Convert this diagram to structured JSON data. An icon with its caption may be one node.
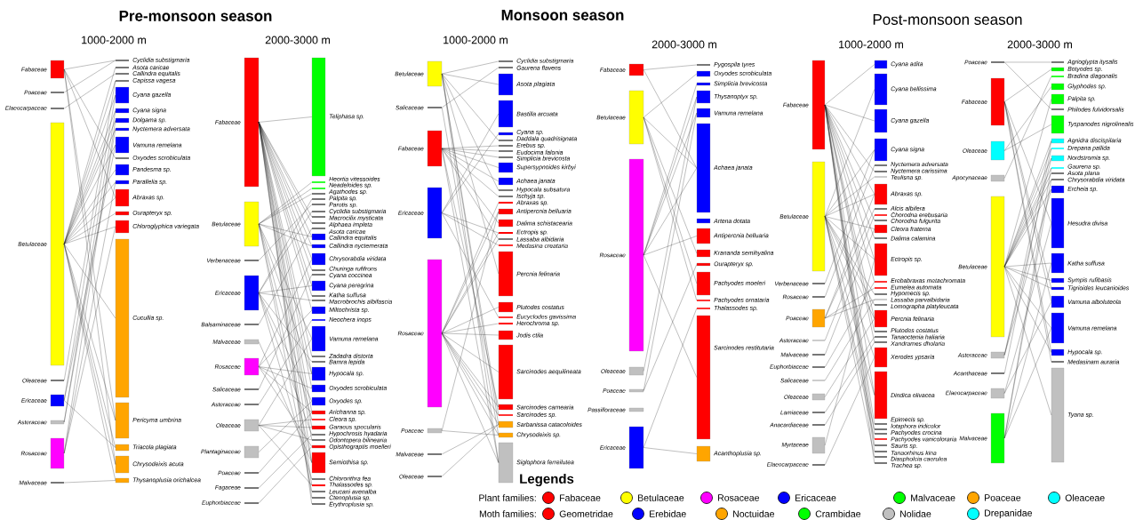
{
  "diagram": {
    "nodes": [
      {
        "text": [
          "Fabaceae"
        ]
      },
      {
        "text": [
          "Poaceae"
        ]
      },
      {
        "text": [
          "Elaeocarpaceae"
        ]
      },
      {
        "text": [
          "Betulaceae"
        ]
      },
      {
        "text": [
          "Oleaceae"
        ]
      },
      {
        "text": [
          "Ericaceae"
        ]
      },
      {
        "text": [
          "Asteraceae"
        ]
      },
      {
        "text": [
          "Rosaceae"
        ]
      },
      {
        "text": [
          "Malvaceae"
        ]
      },
      {
        "text": [
          "Cyclidia substigmaria"
        ]
      },
      {
        "text": [
          "Asota caricae"
        ]
      },
      {
        "text": [
          "Callindra equitalis"
        ]
      },
      {
        "text": [
          "Capissa vagesa"
        ]
      },
      {
        "text": [
          "Cyana gazella"
        ]
      },
      {
        "text": [
          "Cyana signa"
        ]
      },
      {
        "text": [
          "Dolgama sp."
        ]
      },
      {
        "text": [
          "Nyctemera adversata"
        ]
      },
      {
        "text": [
          "Vamuna remelana"
        ]
      },
      {
        "text": [
          "Oxyodes scrobiculata"
        ]
      },
      {
        "text": [
          "Pandesma sp."
        ]
      },
      {
        "text": [
          "Parallelia sp."
        ]
      },
      {
        "text": [
          "Abraxas sp."
        ]
      },
      {
        "text": [
          "Ourapteryx sp."
        ]
      },
      {
        "text": [
          "Chloroglyphica variegata"
        ]
      },
      {
        "text": [
          "Cucullia sp."
        ]
      },
      {
        "text": [
          "Pericyma umbrina"
        ]
      },
      {
        "text": [
          "Triacola plagiata"
        ]
      },
      {
        "text": [
          "Chrysodeixis acuta"
        ]
      },
      {
        "text": [
          "Thysanoplusia orichalcea"
        ]
      },
      {
        "text": [
          "Fabaceae"
        ]
      },
      {
        "text": [
          "Betulaceae"
        ]
      },
      {
        "text": [
          "Verbenaceae"
        ]
      },
      {
        "text": [
          "Ericaceae"
        ]
      },
      {
        "text": [
          "Balsaminaceae"
        ]
      },
      {
        "text": [
          "Malvaceae"
        ]
      },
      {
        "text": [
          "Rosaceae"
        ]
      },
      {
        "text": [
          "Salicaceae"
        ]
      },
      {
        "text": [
          "Asteraceae"
        ]
      },
      {
        "text": [
          "Oleaceae"
        ]
      },
      {
        "text": [
          "Plantaginaceae"
        ]
      },
      {
        "text": [
          "Poaceae"
        ]
      },
      {
        "text": [
          "Fagaceae"
        ]
      },
      {
        "text": [
          "Euphorbiaceae"
        ]
      },
      {
        "text": [
          "Teliphasa sp."
        ]
      },
      {
        "text": [
          "Heortia vitessoides"
        ]
      },
      {
        "text": [
          "Neadeloides sp."
        ]
      },
      {
        "text": [
          "Agathodes sp."
        ]
      },
      {
        "text": [
          "Palpita sp."
        ]
      },
      {
        "text": [
          "Parotis sp."
        ]
      },
      {
        "text": [
          "Cyclidia substigmaria"
        ]
      },
      {
        "text": [
          "Macrocilix mysticata"
        ]
      },
      {
        "text": [
          "Alphaea impleta"
        ]
      },
      {
        "text": [
          "Asota caricae"
        ]
      },
      {
        "text": [
          "Callindra equitalis"
        ]
      },
      {
        "text": [
          "Callindra nyctemerata"
        ]
      },
      {
        "text": [
          "Chrysorabdia viridata"
        ]
      },
      {
        "text": [
          "Churinga rufifrons"
        ]
      },
      {
        "text": [
          "Cyana coccinea"
        ]
      },
      {
        "text": [
          "Cyana peregrina"
        ]
      },
      {
        "text": [
          "Katha suffusa"
        ]
      },
      {
        "text": [
          "Macrobrochis albifascia"
        ]
      },
      {
        "text": [
          "Miltochrista sp."
        ]
      },
      {
        "text": [
          "Neochera inops"
        ]
      },
      {
        "text": [
          "Vamuna remelana"
        ]
      },
      {
        "text": [
          "Zadadra distorta"
        ]
      },
      {
        "text": [
          "Bamra lepida"
        ]
      },
      {
        "text": [
          "Hypocala sp."
        ]
      },
      {
        "text": [
          "Oxyodes scrobiculata"
        ]
      },
      {
        "text": [
          "Oxyodes sp."
        ]
      },
      {
        "text": [
          "Arichanna sp."
        ]
      },
      {
        "text": [
          "Cleora sp."
        ]
      },
      {
        "text": [
          "Garaeus specularis"
        ]
      },
      {
        "text": [
          "Hypochrosis hyadaria"
        ]
      },
      {
        "text": [
          "Odontopera bilinearia"
        ]
      },
      {
        "text": [
          "Opisthograptis moelleri"
        ]
      },
      {
        "text": [
          "Semiothisa sp."
        ]
      },
      {
        "text": [
          "Chlororithra fea"
        ]
      },
      {
        "text": [
          "Thalassodes sp."
        ]
      },
      {
        "text": [
          "Leucani avenalba"
        ]
      },
      {
        "text": [
          "Ctenoplusia sp."
        ]
      },
      {
        "text": [
          "Erythroplusia sp."
        ]
      },
      {
        "text": [
          "Betulaceae"
        ]
      },
      {
        "text": [
          "Salicaceae"
        ]
      },
      {
        "text": [
          "Fabaceae"
        ]
      },
      {
        "text": [
          "Ericaceae"
        ]
      },
      {
        "text": [
          "Rosaceae"
        ]
      },
      {
        "text": [
          "Poaceae"
        ]
      },
      {
        "text": [
          "Malvaceae"
        ]
      },
      {
        "text": [
          "Oleaceae"
        ]
      },
      {
        "text": [
          "Cyclidia substigmaria"
        ]
      },
      {
        "text": [
          "Gaurena flavens"
        ]
      },
      {
        "text": [
          "Asota plagiata"
        ]
      },
      {
        "text": [
          "Bastilla arcuata"
        ]
      },
      {
        "text": [
          "Cyana sp."
        ]
      },
      {
        "text": [
          "Daddala quadrisignata"
        ]
      },
      {
        "text": [
          "Erebus sp."
        ]
      },
      {
        "text": [
          "Eudocima falonia"
        ]
      },
      {
        "text": [
          "Simplicia brevicosta"
        ]
      },
      {
        "text": [
          "Supersypnoides kirbyi"
        ]
      },
      {
        "text": [
          "Achaea janata"
        ]
      },
      {
        "text": [
          "Hypocala subsatura"
        ]
      },
      {
        "text": [
          "Ischyja sp."
        ]
      },
      {
        "text": [
          "Abraxas sp."
        ]
      },
      {
        "text": [
          "Antipercnia belluaria"
        ]
      },
      {
        "text": [
          "Dalima schistacearia"
        ]
      },
      {
        "text": [
          "Ectropis sp."
        ]
      },
      {
        "text": [
          "Lassaba albidaria"
        ]
      },
      {
        "text": [
          "Medasina creataria"
        ]
      },
      {
        "text": [
          "Percnia felinaria"
        ]
      },
      {
        "text": [
          "Plutodes costatus"
        ]
      },
      {
        "text": [
          "Eucyclodes gavissima"
        ]
      },
      {
        "text": [
          "Herochroma sp."
        ]
      },
      {
        "text": [
          "Jodis ctila"
        ]
      },
      {
        "text": [
          "Sarcinodes aequilineata"
        ]
      },
      {
        "text": [
          "Sarcinodes carnearia"
        ]
      },
      {
        "text": [
          "Sarcinodes sp."
        ]
      },
      {
        "text": [
          "Sarbanissa catacoloides"
        ]
      },
      {
        "text": [
          "Chrysodeixis sp."
        ]
      },
      {
        "text": [
          "Siglophora ferreilutea"
        ]
      },
      {
        "text": [
          "Fabaceae"
        ]
      },
      {
        "text": [
          "Betulaceae"
        ]
      },
      {
        "text": [
          "Rosaceae"
        ]
      },
      {
        "text": [
          "Oleaceae"
        ]
      },
      {
        "text": [
          "Poaceae"
        ]
      },
      {
        "text": [
          "Passifloraceae"
        ]
      },
      {
        "text": [
          "Ericaceae"
        ]
      },
      {
        "text": [
          "Pygospila tyres"
        ]
      },
      {
        "text": [
          "Oxyodes scrobiculata"
        ]
      },
      {
        "text": [
          "Simplicia brevicosta"
        ]
      },
      {
        "text": [
          "Thysanoptyx sp."
        ]
      },
      {
        "text": [
          "Vamuna remelana"
        ]
      },
      {
        "text": [
          "Achaea janata"
        ]
      },
      {
        "text": [
          "Artena dotata"
        ]
      },
      {
        "text": [
          "Antipercnia belluaria"
        ]
      },
      {
        "text": [
          "Krananda semihyalina"
        ]
      },
      {
        "text": [
          "Ourapteryx sp."
        ]
      },
      {
        "text": [
          "Pachyodes moeleri"
        ]
      },
      {
        "text": [
          "Pachyodes ornataria"
        ]
      },
      {
        "text": [
          "Thalassodes sp."
        ]
      },
      {
        "text": [
          "Sarcinodes restitutaria"
        ]
      },
      {
        "text": [
          "Acanthoplusia sp."
        ]
      },
      {
        "text": [
          "Fabaceae"
        ]
      },
      {
        "text": [
          "Betulaceae"
        ]
      },
      {
        "text": [
          "Verbenaceae"
        ]
      },
      {
        "text": [
          "Rosaceae"
        ]
      },
      {
        "text": [
          "Poaceae"
        ]
      },
      {
        "text": [
          "Asteraceae"
        ]
      },
      {
        "text": [
          "Malvaceae"
        ]
      },
      {
        "text": [
          "Euphorbiaceae"
        ]
      },
      {
        "text": [
          "Salicaceae"
        ]
      },
      {
        "text": [
          "Oleaceae"
        ]
      },
      {
        "text": [
          "Lamiaceae"
        ]
      },
      {
        "text": [
          "Anacardiaceae"
        ]
      },
      {
        "text": [
          "Myrtaceae"
        ]
      },
      {
        "text": [
          "Elaeocarpaceae"
        ]
      },
      {
        "text": [
          "Cyana adita"
        ]
      },
      {
        "text": [
          "Cyana bellissima"
        ]
      },
      {
        "text": [
          "Cyana gazella"
        ]
      },
      {
        "text": [
          "Cyana signa"
        ]
      },
      {
        "text": [
          "Nyctemera adversata"
        ]
      },
      {
        "text": [
          "Nyctemera carissima"
        ]
      },
      {
        "text": [
          "Teulisna sp."
        ]
      },
      {
        "text": [
          "Abraxas sp."
        ]
      },
      {
        "text": [
          "Alcis albifera"
        ]
      },
      {
        "text": [
          "Chorodna erebusaria"
        ]
      },
      {
        "text": [
          "Chorodna fulgurita"
        ]
      },
      {
        "text": [
          "Cleora fraterna"
        ]
      },
      {
        "text": [
          "Dalima calamina"
        ]
      },
      {
        "text": [
          "Ectropis sp."
        ]
      },
      {
        "text": [
          "Erebabraxas metachromata"
        ]
      },
      {
        "text": [
          "Eumelea automata"
        ]
      },
      {
        "text": [
          "Hypomecis sp."
        ]
      },
      {
        "text": [
          "Lassaba parvalbidaria"
        ]
      },
      {
        "text": [
          "Lomographa platyleucata"
        ]
      },
      {
        "text": [
          "Percnia felinaria"
        ]
      },
      {
        "text": [
          "Plutodes costatus"
        ]
      },
      {
        "text": [
          "Tanaoctenia haliaria"
        ]
      },
      {
        "text": [
          "Xandrames dholaria"
        ]
      },
      {
        "text": [
          "Xerodes ypsaria"
        ]
      },
      {
        "text": [
          "Dindica olivacea"
        ]
      },
      {
        "text": [
          "Epimecis sp."
        ]
      },
      {
        "text": [
          "Iotaphora iridicolor"
        ]
      },
      {
        "text": [
          "Pachyodes crocina"
        ]
      },
      {
        "text": [
          "Pachyodes vanicoloraria"
        ]
      },
      {
        "text": [
          "Sauris sp."
        ]
      },
      {
        "text": [
          "Tanaorhinus kina"
        ]
      },
      {
        "text": [
          "Diaspholcia caerulea"
        ]
      },
      {
        "text": [
          "Trachea sp."
        ]
      },
      {
        "text": [
          "Poaceae"
        ]
      },
      {
        "text": [
          "Fabaceae"
        ]
      },
      {
        "text": [
          "Oleaceae"
        ]
      },
      {
        "text": [
          "Apocynaceae"
        ]
      },
      {
        "text": [
          "Betulaceae"
        ]
      },
      {
        "text": [
          "Asteraceae"
        ]
      },
      {
        "text": [
          "Acanthaceae"
        ]
      },
      {
        "text": [
          "Elaeocarpaceae"
        ]
      },
      {
        "text": [
          "Malvaceae"
        ]
      },
      {
        "text": [
          "Agrioglypta itysalis"
        ]
      },
      {
        "text": [
          "Botyodes sp."
        ]
      },
      {
        "text": [
          "Bradina diagonalis"
        ]
      },
      {
        "text": [
          "Glyphodes sp."
        ]
      },
      {
        "text": [
          "Palpita sp."
        ]
      },
      {
        "text": [
          "Philodes fulvidorsalis"
        ]
      },
      {
        "text": [
          "Tyspanodes nigrolinealis"
        ]
      },
      {
        "text": [
          "Agnidra discispilaria"
        ]
      },
      {
        "text": [
          "Drepana pallida"
        ]
      },
      {
        "text": [
          "Nordstromia sp."
        ]
      },
      {
        "text": [
          "Gaurena sp."
        ]
      },
      {
        "text": [
          "Asota plana"
        ]
      },
      {
        "text": [
          "Chrysorabdia viridata"
        ]
      },
      {
        "text": [
          "Ercheia sp."
        ]
      },
      {
        "text": [
          "Hesudra divisa"
        ]
      },
      {
        "text": [
          "Katha suffusa"
        ]
      },
      {
        "text": [
          "Sympis rufibasis"
        ]
      },
      {
        "text": [
          "Tigrioides leucanioides"
        ]
      },
      {
        "text": [
          "Vamuna alboluteola"
        ]
      },
      {
        "text": [
          "Vamuna remelana"
        ]
      },
      {
        "text": [
          "Hypocala sp."
        ]
      },
      {
        "text": [
          "Medasinam auraria"
        ]
      },
      {
        "text": [
          "Tyana sp."
        ]
      }
    ],
    "edges": [
      {
        "from": 0,
        "to": 9,
        "arrow": "none"
      },
      {
        "from": 0,
        "to": 18,
        "arrow": "none"
      },
      {
        "from": 0,
        "to": 21,
        "arrow": "none"
      },
      {
        "from": 0,
        "to": 25,
        "arrow": "none"
      },
      {
        "from": 0,
        "to": 27,
        "arrow": "none"
      },
      {
        "from": 1,
        "to": 9,
        "arrow": "none"
      },
      {
        "from": 2,
        "to": 11,
        "arrow": "none"
      },
      {
        "from": 3,
        "to": 10,
        "arrow": "none"
      },
      {
        "from": 3,
        "to": 12,
        "arrow": "none"
      },
      {
        "from": 3,
        "to": 13,
        "arrow": "none"
      },
      {
        "from": 3,
        "to": 14,
        "arrow": "none"
      },
      {
        "from": 3,
        "to": 15,
        "arrow": "none"
      },
      {
        "from": 3,
        "to": 16,
        "arrow": "none"
      },
      {
        "from": 3,
        "to": 17,
        "arrow": "none"
      },
      {
        "from": 3,
        "to": 19,
        "arrow": "none"
      },
      {
        "from": 3,
        "to": 20,
        "arrow": "none"
      },
      {
        "from": 3,
        "to": 21,
        "arrow": "none"
      },
      {
        "from": 3,
        "to": 22,
        "arrow": "none"
      },
      {
        "from": 3,
        "to": 23,
        "arrow": "none"
      },
      {
        "from": 3,
        "to": 24,
        "arrow": "none"
      },
      {
        "from": 3,
        "to": 25,
        "arrow": "none"
      },
      {
        "from": 3,
        "to": 26,
        "arrow": "none"
      },
      {
        "from": 3,
        "to": 27,
        "arrow": "none"
      },
      {
        "from": 3,
        "to": 28,
        "arrow": "none"
      },
      {
        "from": 4,
        "to": 12,
        "arrow": "none"
      },
      {
        "from": 5,
        "to": 13,
        "arrow": "none"
      },
      {
        "from": 5,
        "to": 17,
        "arrow": "none"
      },
      {
        "from": 5,
        "to": 26,
        "arrow": "none"
      },
      {
        "from": 6,
        "to": 14,
        "arrow": "none"
      },
      {
        "from": 6,
        "to": 16,
        "arrow": "none"
      },
      {
        "from": 7,
        "to": 15,
        "arrow": "none"
      },
      {
        "from": 7,
        "to": 20,
        "arrow": "none"
      },
      {
        "from": 7,
        "to": 23,
        "arrow": "none"
      },
      {
        "from": 8,
        "to": 28,
        "arrow": "none"
      },
      {
        "from": 29,
        "to": 43,
        "arrow": "none"
      },
      {
        "from": 29,
        "to": 50,
        "arrow": "none"
      },
      {
        "from": 29,
        "to": 51,
        "arrow": "none"
      },
      {
        "from": 29,
        "to": 53,
        "arrow": "none"
      },
      {
        "from": 29,
        "to": 54,
        "arrow": "none"
      },
      {
        "from": 29,
        "to": 55,
        "arrow": "none"
      },
      {
        "from": 29,
        "to": 56,
        "arrow": "none"
      },
      {
        "from": 29,
        "to": 58,
        "arrow": "none"
      },
      {
        "from": 29,
        "to": 59,
        "arrow": "none"
      },
      {
        "from": 29,
        "to": 61,
        "arrow": "none"
      },
      {
        "from": 29,
        "to": 64,
        "arrow": "none"
      },
      {
        "from": 29,
        "to": 66,
        "arrow": "none"
      },
      {
        "from": 29,
        "to": 67,
        "arrow": "none"
      },
      {
        "from": 29,
        "to": 69,
        "arrow": "none"
      },
      {
        "from": 29,
        "to": 71,
        "arrow": "none"
      },
      {
        "from": 29,
        "to": 73,
        "arrow": "none"
      },
      {
        "from": 29,
        "to": 75,
        "arrow": "none"
      },
      {
        "from": 29,
        "to": 77,
        "arrow": "none"
      },
      {
        "from": 29,
        "to": 79,
        "arrow": "none"
      },
      {
        "from": 29,
        "to": 80,
        "arrow": "none"
      },
      {
        "from": 30,
        "to": 44,
        "arrow": "none"
      },
      {
        "from": 30,
        "to": 45,
        "arrow": "none"
      },
      {
        "from": 30,
        "to": 46,
        "arrow": "none"
      },
      {
        "from": 30,
        "to": 53,
        "arrow": "none"
      },
      {
        "from": 30,
        "to": 54,
        "arrow": "none"
      },
      {
        "from": 30,
        "to": 63,
        "arrow": "none"
      },
      {
        "from": 30,
        "to": 66,
        "arrow": "none"
      },
      {
        "from": 30,
        "to": 70,
        "arrow": "none"
      },
      {
        "from": 30,
        "to": 75,
        "arrow": "none"
      },
      {
        "from": 30,
        "to": 78,
        "arrow": "none"
      },
      {
        "from": 31,
        "to": 48,
        "arrow": "none"
      },
      {
        "from": 32,
        "to": 47,
        "arrow": "none"
      },
      {
        "from": 32,
        "to": 49,
        "arrow": "none"
      },
      {
        "from": 32,
        "to": 58,
        "arrow": "none"
      },
      {
        "from": 32,
        "to": 60,
        "arrow": "none"
      },
      {
        "from": 32,
        "to": 65,
        "arrow": "none"
      },
      {
        "from": 32,
        "to": 68,
        "arrow": "none"
      },
      {
        "from": 32,
        "to": 72,
        "arrow": "none"
      },
      {
        "from": 32,
        "to": 76,
        "arrow": "none"
      },
      {
        "from": 33,
        "to": 52,
        "arrow": "none"
      },
      {
        "from": 34,
        "to": 75,
        "arrow": "none"
      },
      {
        "from": 35,
        "to": 55,
        "arrow": "none"
      },
      {
        "from": 35,
        "to": 61,
        "arrow": "none"
      },
      {
        "from": 35,
        "to": 66,
        "arrow": "none"
      },
      {
        "from": 35,
        "to": 67,
        "arrow": "none"
      },
      {
        "from": 35,
        "to": 69,
        "arrow": "none"
      },
      {
        "from": 35,
        "to": 74,
        "arrow": "none"
      },
      {
        "from": 36,
        "to": 57,
        "arrow": "none"
      },
      {
        "from": 37,
        "to": 62,
        "arrow": "none"
      },
      {
        "from": 38,
        "to": 63,
        "arrow": "none"
      },
      {
        "from": 38,
        "to": 70,
        "arrow": "none"
      },
      {
        "from": 38,
        "to": 71,
        "arrow": "none"
      },
      {
        "from": 38,
        "to": 73,
        "arrow": "none"
      },
      {
        "from": 38,
        "to": 77,
        "arrow": "none"
      },
      {
        "from": 39,
        "to": 68,
        "arrow": "none"
      },
      {
        "from": 40,
        "to": 69,
        "arrow": "none"
      },
      {
        "from": 41,
        "to": 72,
        "arrow": "none"
      },
      {
        "from": 42,
        "to": 74,
        "arrow": "none"
      },
      {
        "from": 81,
        "to": 89,
        "arrow": "none"
      },
      {
        "from": 81,
        "to": 91,
        "arrow": "none"
      },
      {
        "from": 81,
        "to": 94,
        "arrow": "none"
      },
      {
        "from": 81,
        "to": 100,
        "arrow": "none"
      },
      {
        "from": 81,
        "to": 108,
        "arrow": "none"
      },
      {
        "from": 81,
        "to": 115,
        "arrow": "none"
      },
      {
        "from": 81,
        "to": 116,
        "arrow": "none"
      },
      {
        "from": 81,
        "to": 118,
        "arrow": "none"
      },
      {
        "from": 82,
        "to": 90,
        "arrow": "none"
      },
      {
        "from": 82,
        "to": 117,
        "arrow": "none"
      },
      {
        "from": 83,
        "to": 95,
        "arrow": "none"
      },
      {
        "from": 83,
        "to": 96,
        "arrow": "none"
      },
      {
        "from": 83,
        "to": 97,
        "arrow": "none"
      },
      {
        "from": 83,
        "to": 98,
        "arrow": "none"
      },
      {
        "from": 83,
        "to": 99,
        "arrow": "none"
      },
      {
        "from": 83,
        "to": 101,
        "arrow": "none"
      },
      {
        "from": 83,
        "to": 104,
        "arrow": "none"
      },
      {
        "from": 83,
        "to": 106,
        "arrow": "none"
      },
      {
        "from": 83,
        "to": 114,
        "arrow": "none"
      },
      {
        "from": 83,
        "to": 118,
        "arrow": "none"
      },
      {
        "from": 84,
        "to": 92,
        "arrow": "none"
      },
      {
        "from": 84,
        "to": 93,
        "arrow": "none"
      },
      {
        "from": 84,
        "to": 105,
        "arrow": "none"
      },
      {
        "from": 84,
        "to": 107,
        "arrow": "none"
      },
      {
        "from": 84,
        "to": 110,
        "arrow": "none"
      },
      {
        "from": 85,
        "to": 102,
        "arrow": "none"
      },
      {
        "from": 85,
        "to": 103,
        "arrow": "none"
      },
      {
        "from": 85,
        "to": 105,
        "arrow": "none"
      },
      {
        "from": 85,
        "to": 106,
        "arrow": "none"
      },
      {
        "from": 85,
        "to": 109,
        "arrow": "none"
      },
      {
        "from": 85,
        "to": 111,
        "arrow": "none"
      },
      {
        "from": 85,
        "to": 112,
        "arrow": "none"
      },
      {
        "from": 85,
        "to": 113,
        "arrow": "none"
      },
      {
        "from": 85,
        "to": 114,
        "arrow": "none"
      },
      {
        "from": 85,
        "to": 115,
        "arrow": "none"
      },
      {
        "from": 85,
        "to": 116,
        "arrow": "none"
      },
      {
        "from": 85,
        "to": 117,
        "arrow": "none"
      },
      {
        "from": 85,
        "to": 118,
        "arrow": "none"
      },
      {
        "from": 86,
        "to": 103,
        "arrow": "none"
      },
      {
        "from": 86,
        "to": 117,
        "arrow": "none"
      },
      {
        "from": 87,
        "to": 116,
        "arrow": "none"
      },
      {
        "from": 88,
        "to": 116,
        "arrow": "none"
      },
      {
        "from": 119,
        "to": 126,
        "arrow": "none"
      },
      {
        "from": 119,
        "to": 131,
        "arrow": "none"
      },
      {
        "from": 120,
        "to": 127,
        "arrow": "none"
      },
      {
        "from": 120,
        "to": 131,
        "arrow": "none"
      },
      {
        "from": 120,
        "to": 134,
        "arrow": "none"
      },
      {
        "from": 120,
        "to": 136,
        "arrow": "none"
      },
      {
        "from": 120,
        "to": 137,
        "arrow": "none"
      },
      {
        "from": 121,
        "to": 128,
        "arrow": "none"
      },
      {
        "from": 121,
        "to": 129,
        "arrow": "none"
      },
      {
        "from": 121,
        "to": 130,
        "arrow": "none"
      },
      {
        "from": 121,
        "to": 131,
        "arrow": "none"
      },
      {
        "from": 121,
        "to": 133,
        "arrow": "none"
      },
      {
        "from": 121,
        "to": 139,
        "arrow": "none"
      },
      {
        "from": 122,
        "to": 129,
        "arrow": "none"
      },
      {
        "from": 123,
        "to": 130,
        "arrow": "none"
      },
      {
        "from": 123,
        "to": 135,
        "arrow": "none"
      },
      {
        "from": 125,
        "to": 138,
        "arrow": "none"
      },
      {
        "from": 125,
        "to": 140,
        "arrow": "none"
      },
      {
        "from": 141,
        "to": 155,
        "arrow": "none"
      },
      {
        "from": 141,
        "to": 157,
        "arrow": "none"
      },
      {
        "from": 141,
        "to": 160,
        "arrow": "none"
      },
      {
        "from": 141,
        "to": 162,
        "arrow": "none"
      },
      {
        "from": 141,
        "to": 165,
        "arrow": "none"
      },
      {
        "from": 141,
        "to": 167,
        "arrow": "none"
      },
      {
        "from": 141,
        "to": 168,
        "arrow": "none"
      },
      {
        "from": 141,
        "to": 169,
        "arrow": "none"
      },
      {
        "from": 141,
        "to": 174,
        "arrow": "none"
      },
      {
        "from": 141,
        "to": 175,
        "arrow": "none"
      },
      {
        "from": 141,
        "to": 177,
        "arrow": "none"
      },
      {
        "from": 141,
        "to": 179,
        "arrow": "none"
      },
      {
        "from": 141,
        "to": 180,
        "arrow": "none"
      },
      {
        "from": 141,
        "to": 182,
        "arrow": "none"
      },
      {
        "from": 141,
        "to": 184,
        "arrow": "none"
      },
      {
        "from": 141,
        "to": 185,
        "arrow": "none"
      },
      {
        "from": 141,
        "to": 187,
        "arrow": "none"
      },
      {
        "from": 142,
        "to": 156,
        "arrow": "none"
      },
      {
        "from": 142,
        "to": 158,
        "arrow": "none"
      },
      {
        "from": 142,
        "to": 161,
        "arrow": "none"
      },
      {
        "from": 142,
        "to": 162,
        "arrow": "none"
      },
      {
        "from": 142,
        "to": 166,
        "arrow": "none"
      },
      {
        "from": 142,
        "to": 168,
        "arrow": "none"
      },
      {
        "from": 142,
        "to": 171,
        "arrow": "none"
      },
      {
        "from": 142,
        "to": 173,
        "arrow": "none"
      },
      {
        "from": 142,
        "to": 174,
        "arrow": "none"
      },
      {
        "from": 142,
        "to": 178,
        "arrow": "none"
      },
      {
        "from": 142,
        "to": 179,
        "arrow": "none"
      },
      {
        "from": 142,
        "to": 181,
        "arrow": "none"
      },
      {
        "from": 142,
        "to": 183,
        "arrow": "none"
      },
      {
        "from": 142,
        "to": 186,
        "arrow": "none"
      },
      {
        "from": 143,
        "to": 158,
        "arrow": "none"
      },
      {
        "from": 144,
        "to": 159,
        "arrow": "none"
      },
      {
        "from": 145,
        "to": 162,
        "arrow": "none"
      },
      {
        "from": 145,
        "to": 163,
        "arrow": "none"
      },
      {
        "from": 145,
        "to": 170,
        "arrow": "none"
      },
      {
        "from": 145,
        "to": 172,
        "arrow": "none"
      },
      {
        "from": 146,
        "to": 164,
        "arrow": "none"
      },
      {
        "from": 147,
        "to": 166,
        "arrow": "none"
      },
      {
        "from": 148,
        "to": 169,
        "arrow": "none"
      },
      {
        "from": 149,
        "to": 172,
        "arrow": "none"
      },
      {
        "from": 150,
        "to": 174,
        "arrow": "none"
      },
      {
        "from": 151,
        "to": 176,
        "arrow": "none"
      },
      {
        "from": 152,
        "to": 177,
        "arrow": "none"
      },
      {
        "from": 153,
        "to": 168,
        "arrow": "none"
      },
      {
        "from": 154,
        "to": 178,
        "arrow": "none"
      },
      {
        "from": 188,
        "to": 197,
        "arrow": "none"
      },
      {
        "from": 188,
        "to": 202,
        "arrow": "none"
      },
      {
        "from": 189,
        "to": 198,
        "arrow": "none"
      },
      {
        "from": 189,
        "to": 211,
        "arrow": "none"
      },
      {
        "from": 189,
        "to": 214,
        "arrow": "none"
      },
      {
        "from": 189,
        "to": 215,
        "arrow": "none"
      },
      {
        "from": 189,
        "to": 217,
        "arrow": "none"
      },
      {
        "from": 189,
        "to": 218,
        "arrow": "none"
      },
      {
        "from": 190,
        "to": 200,
        "arrow": "none"
      },
      {
        "from": 190,
        "to": 203,
        "arrow": "none"
      },
      {
        "from": 191,
        "to": 199,
        "arrow": "none"
      },
      {
        "from": 192,
        "to": 201,
        "arrow": "none"
      },
      {
        "from": 192,
        "to": 204,
        "arrow": "none"
      },
      {
        "from": 192,
        "to": 205,
        "arrow": "none"
      },
      {
        "from": 192,
        "to": 206,
        "arrow": "none"
      },
      {
        "from": 192,
        "to": 207,
        "arrow": "none"
      },
      {
        "from": 192,
        "to": 208,
        "arrow": "none"
      },
      {
        "from": 192,
        "to": 209,
        "arrow": "none"
      },
      {
        "from": 192,
        "to": 210,
        "arrow": "none"
      },
      {
        "from": 192,
        "to": 212,
        "arrow": "none"
      },
      {
        "from": 192,
        "to": 213,
        "arrow": "none"
      },
      {
        "from": 192,
        "to": 214,
        "arrow": "none"
      },
      {
        "from": 192,
        "to": 216,
        "arrow": "none"
      },
      {
        "from": 192,
        "to": 217,
        "arrow": "none"
      },
      {
        "from": 192,
        "to": 219,
        "arrow": "none"
      },
      {
        "from": 193,
        "to": 204,
        "arrow": "none"
      },
      {
        "from": 193,
        "to": 206,
        "arrow": "none"
      },
      {
        "from": 193,
        "to": 210,
        "arrow": "none"
      },
      {
        "from": 194,
        "to": 205,
        "arrow": "none"
      },
      {
        "from": 195,
        "to": 211,
        "arrow": "none"
      },
      {
        "from": 195,
        "to": 215,
        "arrow": "none"
      },
      {
        "from": 196,
        "to": 207,
        "arrow": "none"
      },
      {
        "from": 196,
        "to": 209,
        "arrow": "none"
      },
      {
        "from": 196,
        "to": 212,
        "arrow": "none"
      },
      {
        "from": 196,
        "to": 216,
        "arrow": "none"
      }
    ],
    "labels": [
      "Pre-monsoon season",
      "1000-2000 m",
      "2000-3000 m",
      "Monsoon season",
      "1000-2000 m",
      "2000-3000 m",
      "Post-monsoon season",
      "1000-2000 m",
      "2000-3000 m",
      "Legends",
      "Plant families:",
      "Moth families:"
    ],
    "legend": [
      {
        "text": "Fabaceae",
        "color": "#ff0000"
      },
      {
        "text": "Betulaceae",
        "color": "#ffff00"
      },
      {
        "text": "Rosaceae",
        "color": "#ff00ff"
      },
      {
        "text": "Ericaceae",
        "color": "#0000ff"
      },
      {
        "text": "Malvaceae",
        "color": "#00ff00"
      },
      {
        "text": "Poaceae",
        "color": "#ffa500"
      },
      {
        "text": "Oleaceae",
        "color": "#00ffff"
      },
      {
        "text": "Geometridae",
        "color": "#ff0000"
      },
      {
        "text": "Erebidae",
        "color": "#0000ff"
      },
      {
        "text": "Noctuidae",
        "color": "#ffa500"
      },
      {
        "text": "Crambidae",
        "color": "#00ff00"
      },
      {
        "text": "Nolidae",
        "color": "#c0c0c0"
      },
      {
        "text": "Drepanidae",
        "color": "#00ffff"
      }
    ]
  }
}
